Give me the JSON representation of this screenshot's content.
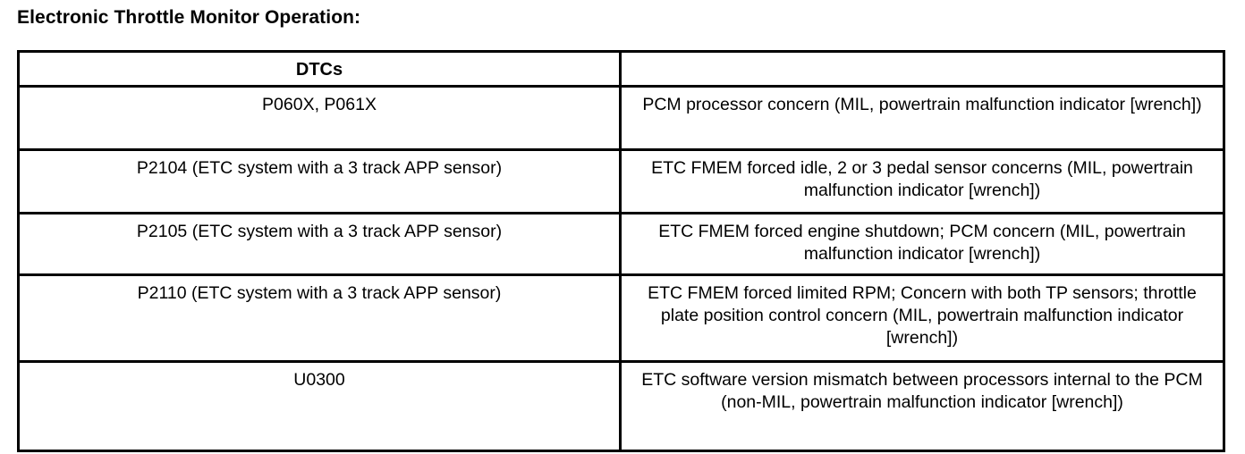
{
  "document": {
    "title": "Electronic Throttle Monitor Operation:"
  },
  "table": {
    "columns": [
      {
        "key": "dtcs",
        "header": "DTCs"
      },
      {
        "key": "description",
        "header": ""
      }
    ],
    "rows": [
      {
        "dtcs": "P060X, P061X",
        "description": "PCM processor concern (MIL, powertrain malfunction indicator [wrench])"
      },
      {
        "dtcs": "P2104 (ETC system with a 3 track APP sensor)",
        "description": "ETC FMEM  forced idle, 2 or 3 pedal sensor concerns (MIL, powertrain malfunction indicator [wrench])"
      },
      {
        "dtcs": "P2105 (ETC system with a 3 track APP sensor)",
        "description": "ETC FMEM  forced engine shutdown; PCM concern (MIL, powertrain malfunction indicator [wrench])"
      },
      {
        "dtcs": "P2110 (ETC system with a 3 track APP sensor)",
        "description": "ETC FMEM  forced limited RPM; Concern with both TP sensors; throttle plate position control concern (MIL, powertrain malfunction indicator [wrench])"
      },
      {
        "dtcs": "U0300",
        "description": "ETC software version mismatch between processors internal to the PCM (non-MIL, powertrain malfunction indicator [wrench])"
      }
    ]
  },
  "colors": {
    "background": "#ffffff",
    "text": "#000000",
    "border": "#000000"
  }
}
